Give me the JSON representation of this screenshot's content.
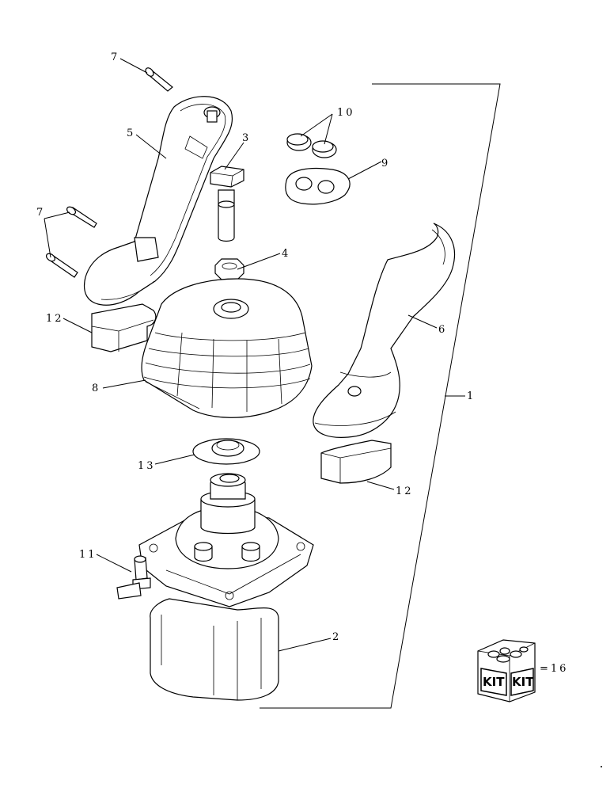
{
  "callouts": {
    "c1": "1",
    "c2": "2",
    "c3": "3",
    "c4": "4",
    "c5": "5",
    "c6": "6",
    "c7a": "7",
    "c7b": "7",
    "c8": "8",
    "c9": "9",
    "c10": "10",
    "c11": "11",
    "c12a": "12",
    "c12b": "12",
    "c13": "13"
  },
  "kit": {
    "label_left": "KIT",
    "label_right": "KIT",
    "equals_value": "=16"
  }
}
